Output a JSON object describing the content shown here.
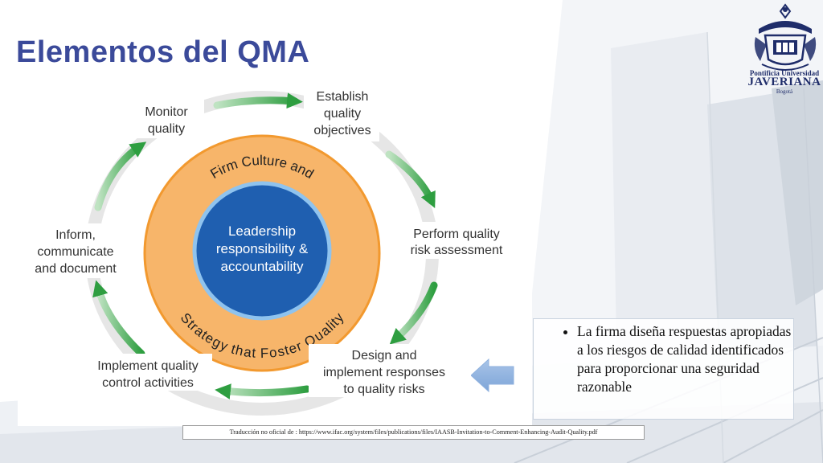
{
  "slide": {
    "title": "Elementos del QMA"
  },
  "logo": {
    "name": "university-crest",
    "line1": "Pontificia Universidad",
    "line2": "JAVERIANA",
    "line3": "Bogotá"
  },
  "diagram": {
    "center": {
      "lines": [
        "Leadership",
        "responsibility &",
        "accountability"
      ]
    },
    "ring_top": "Firm Culture and",
    "ring_bottom": "Strategy that Foster Quality",
    "stages": {
      "monitor": [
        "Monitor",
        "quality"
      ],
      "establish": [
        "Establish",
        "quality",
        "objectives"
      ],
      "perform": [
        "Perform quality",
        "risk assessment"
      ],
      "design": [
        "Design and",
        "implement responses",
        "to quality risks"
      ],
      "implement": [
        "Implement quality",
        "control activities"
      ],
      "inform": [
        "Inform,",
        "communicate",
        "and document"
      ]
    },
    "colors": {
      "center": "#1f5fb0",
      "ring": "#f7b56a",
      "arrows": "#3aa44a",
      "track": "#e6e6e6"
    }
  },
  "note": {
    "bullet": "La firma diseña respuestas apropiadas a los riesgos de calidad identificados para proporcionar una seguridad razonable"
  },
  "source": {
    "text": "Traducción no oficial de : https://www.ifac.org/system/files/publications/files/IAASB-Invitation-to-Comment-Enhancing-Audit-Quality.pdf"
  }
}
